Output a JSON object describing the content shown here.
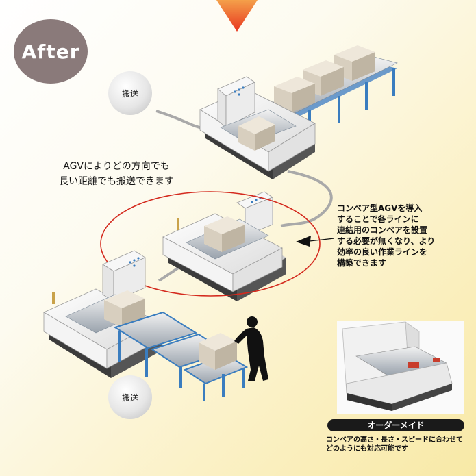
{
  "badge": {
    "label": "After"
  },
  "bubbles": {
    "top_label": "搬送",
    "bottom_label": "搬送"
  },
  "caption": {
    "lines": [
      "AGVによりどの方向でも",
      "長い距離でも搬送できます"
    ]
  },
  "note": {
    "lines": [
      "コンベア型AGVを導入",
      "することで各ラインに",
      "連結用のコンベアを設置",
      "する必要が無くなり、より",
      "効率の良い作業ラインを",
      "構築できます"
    ]
  },
  "custom": {
    "label": "オーダーメイド",
    "desc_lines": [
      "コンベアの高さ・長さ・スピードに合わせて",
      "どのようにも対応可能です"
    ]
  },
  "colors": {
    "arrow": "#e8361f",
    "badge": "#8a7a7a",
    "ellipse": "#d42a1e",
    "frame": "#3a7dbf",
    "box": "#ddd4c4"
  }
}
